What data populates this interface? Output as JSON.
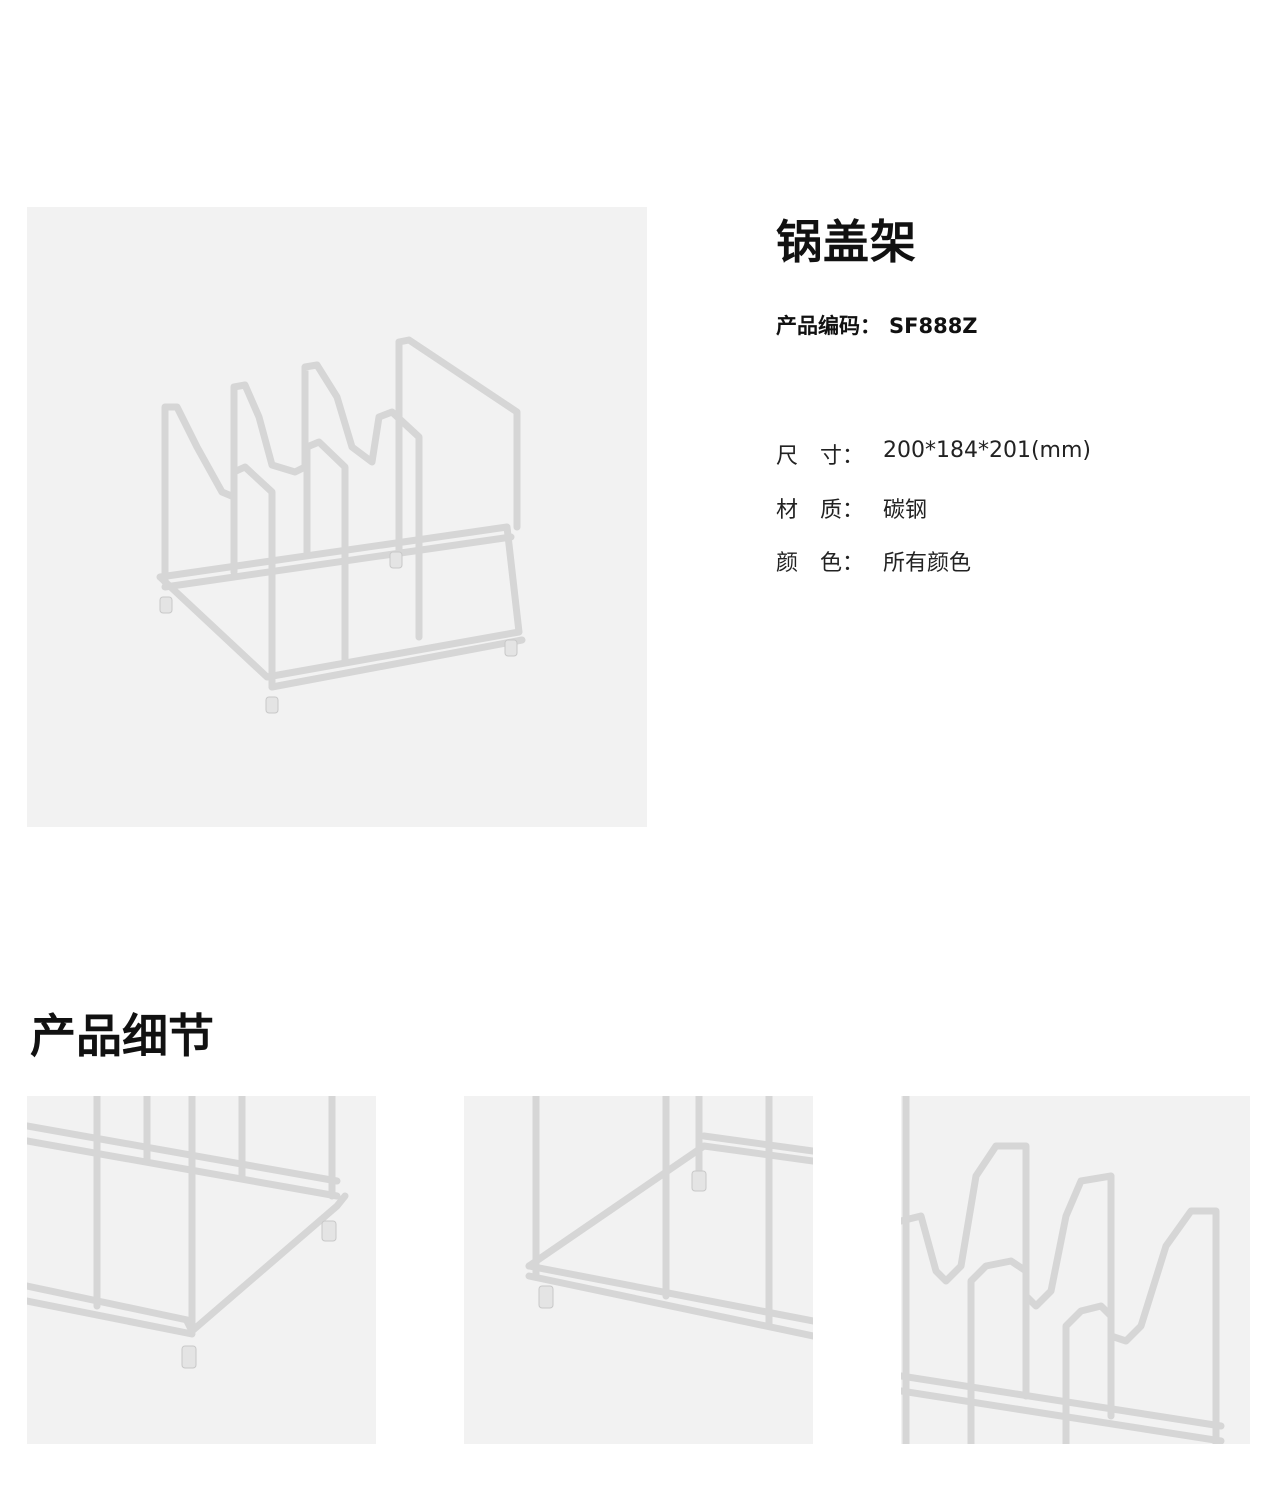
{
  "product": {
    "title": "锅盖架",
    "code_label": "产品编码：",
    "code_value": "SF888Z",
    "specs": [
      {
        "label": "尺　寸：",
        "value": "200*184*201(mm)"
      },
      {
        "label": "材　质：",
        "value": "碳钢"
      },
      {
        "label": "颜　色：",
        "value": "所有颜色"
      }
    ]
  },
  "details": {
    "title": "产品细节"
  },
  "colors": {
    "panel_bg": "#f2f2f2",
    "text": "#111111"
  }
}
